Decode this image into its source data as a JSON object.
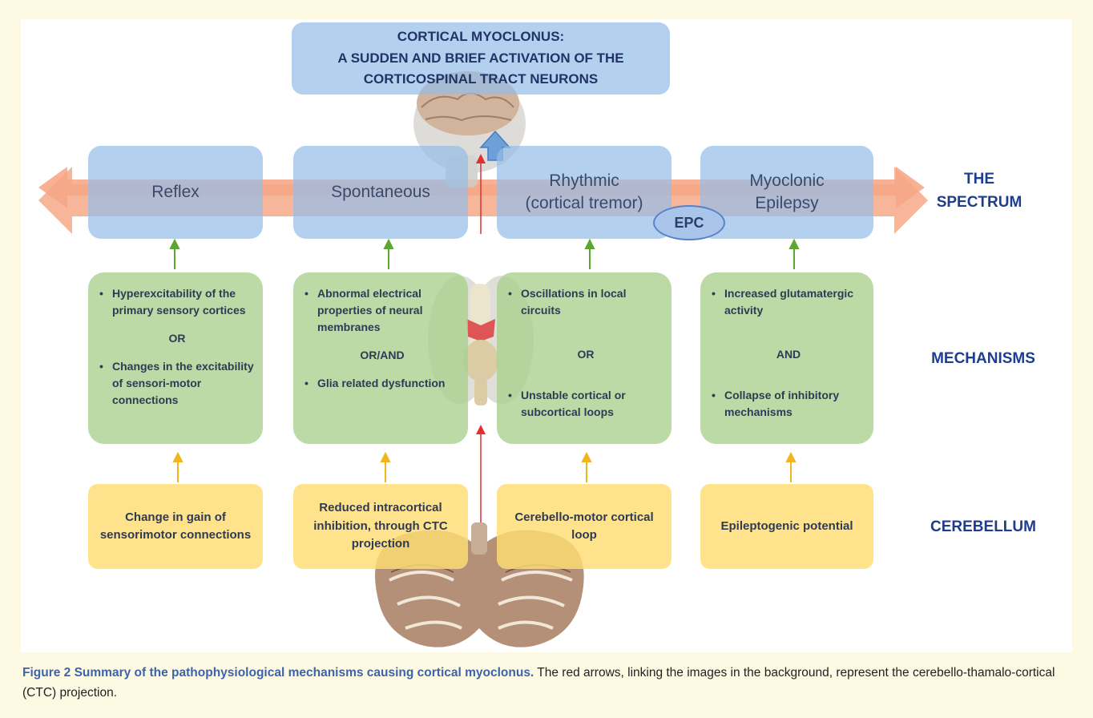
{
  "title_box": {
    "line1": "CORTICAL MYOCLONUS:",
    "line2": "A SUDDEN AND BRIEF ACTIVATION OF THE",
    "line3": "CORTICOSPINAL TRACT NEURONS"
  },
  "row_labels": {
    "spectrum_line1": "THE",
    "spectrum_line2": "SPECTRUM",
    "mechanisms": "MECHANISMS",
    "cerebellum": "CEREBELLUM"
  },
  "spectrum": [
    {
      "line1": "Reflex",
      "line2": ""
    },
    {
      "line1": "Spontaneous",
      "line2": ""
    },
    {
      "line1": "Rhythmic",
      "line2": "(cortical tremor)"
    },
    {
      "line1": "Myoclonic",
      "line2": "Epilepsy"
    }
  ],
  "epc": "EPC",
  "mechanisms": [
    {
      "bullet1": "Hyperexcitability of the primary sensory cortices",
      "conjunction": "OR",
      "bullet2": "Changes in the excitability of sensori-motor connections"
    },
    {
      "bullet1": "Abnormal electrical properties of neural membranes",
      "conjunction": "OR/AND",
      "bullet2": "Glia related dysfunction"
    },
    {
      "bullet1": "Oscillations in local circuits",
      "conjunction": "OR",
      "bullet2": "Unstable cortical or subcortical loops"
    },
    {
      "bullet1": "Increased glutamatergic activity",
      "conjunction": "AND",
      "bullet2": "Collapse of inhibitory mechanisms"
    }
  ],
  "cerebellum": [
    "Change in gain of sensorimotor connections",
    "Reduced intracortical inhibition, through CTC projection",
    "Cerebello-motor cortical loop",
    "Epileptogenic potential"
  ],
  "caption": {
    "head": "Figure 2 Summary of the pathophysiological mechanisms causing cortical myoclonus.",
    "body": " The red arrows, linking the images in the background, represent the cerebello-thamalo-cortical (CTC) projection."
  },
  "colors": {
    "spectrum_arrow": "#f7a98a",
    "blue_box": "#96bee8",
    "green_box": "#a8cf8c",
    "yellow_box": "#ffdd73",
    "label_blue": "#1f3d8f",
    "red_arrow": "#e03030",
    "green_arrow": "#5aa832",
    "yellow_arrow": "#f2b61d"
  }
}
